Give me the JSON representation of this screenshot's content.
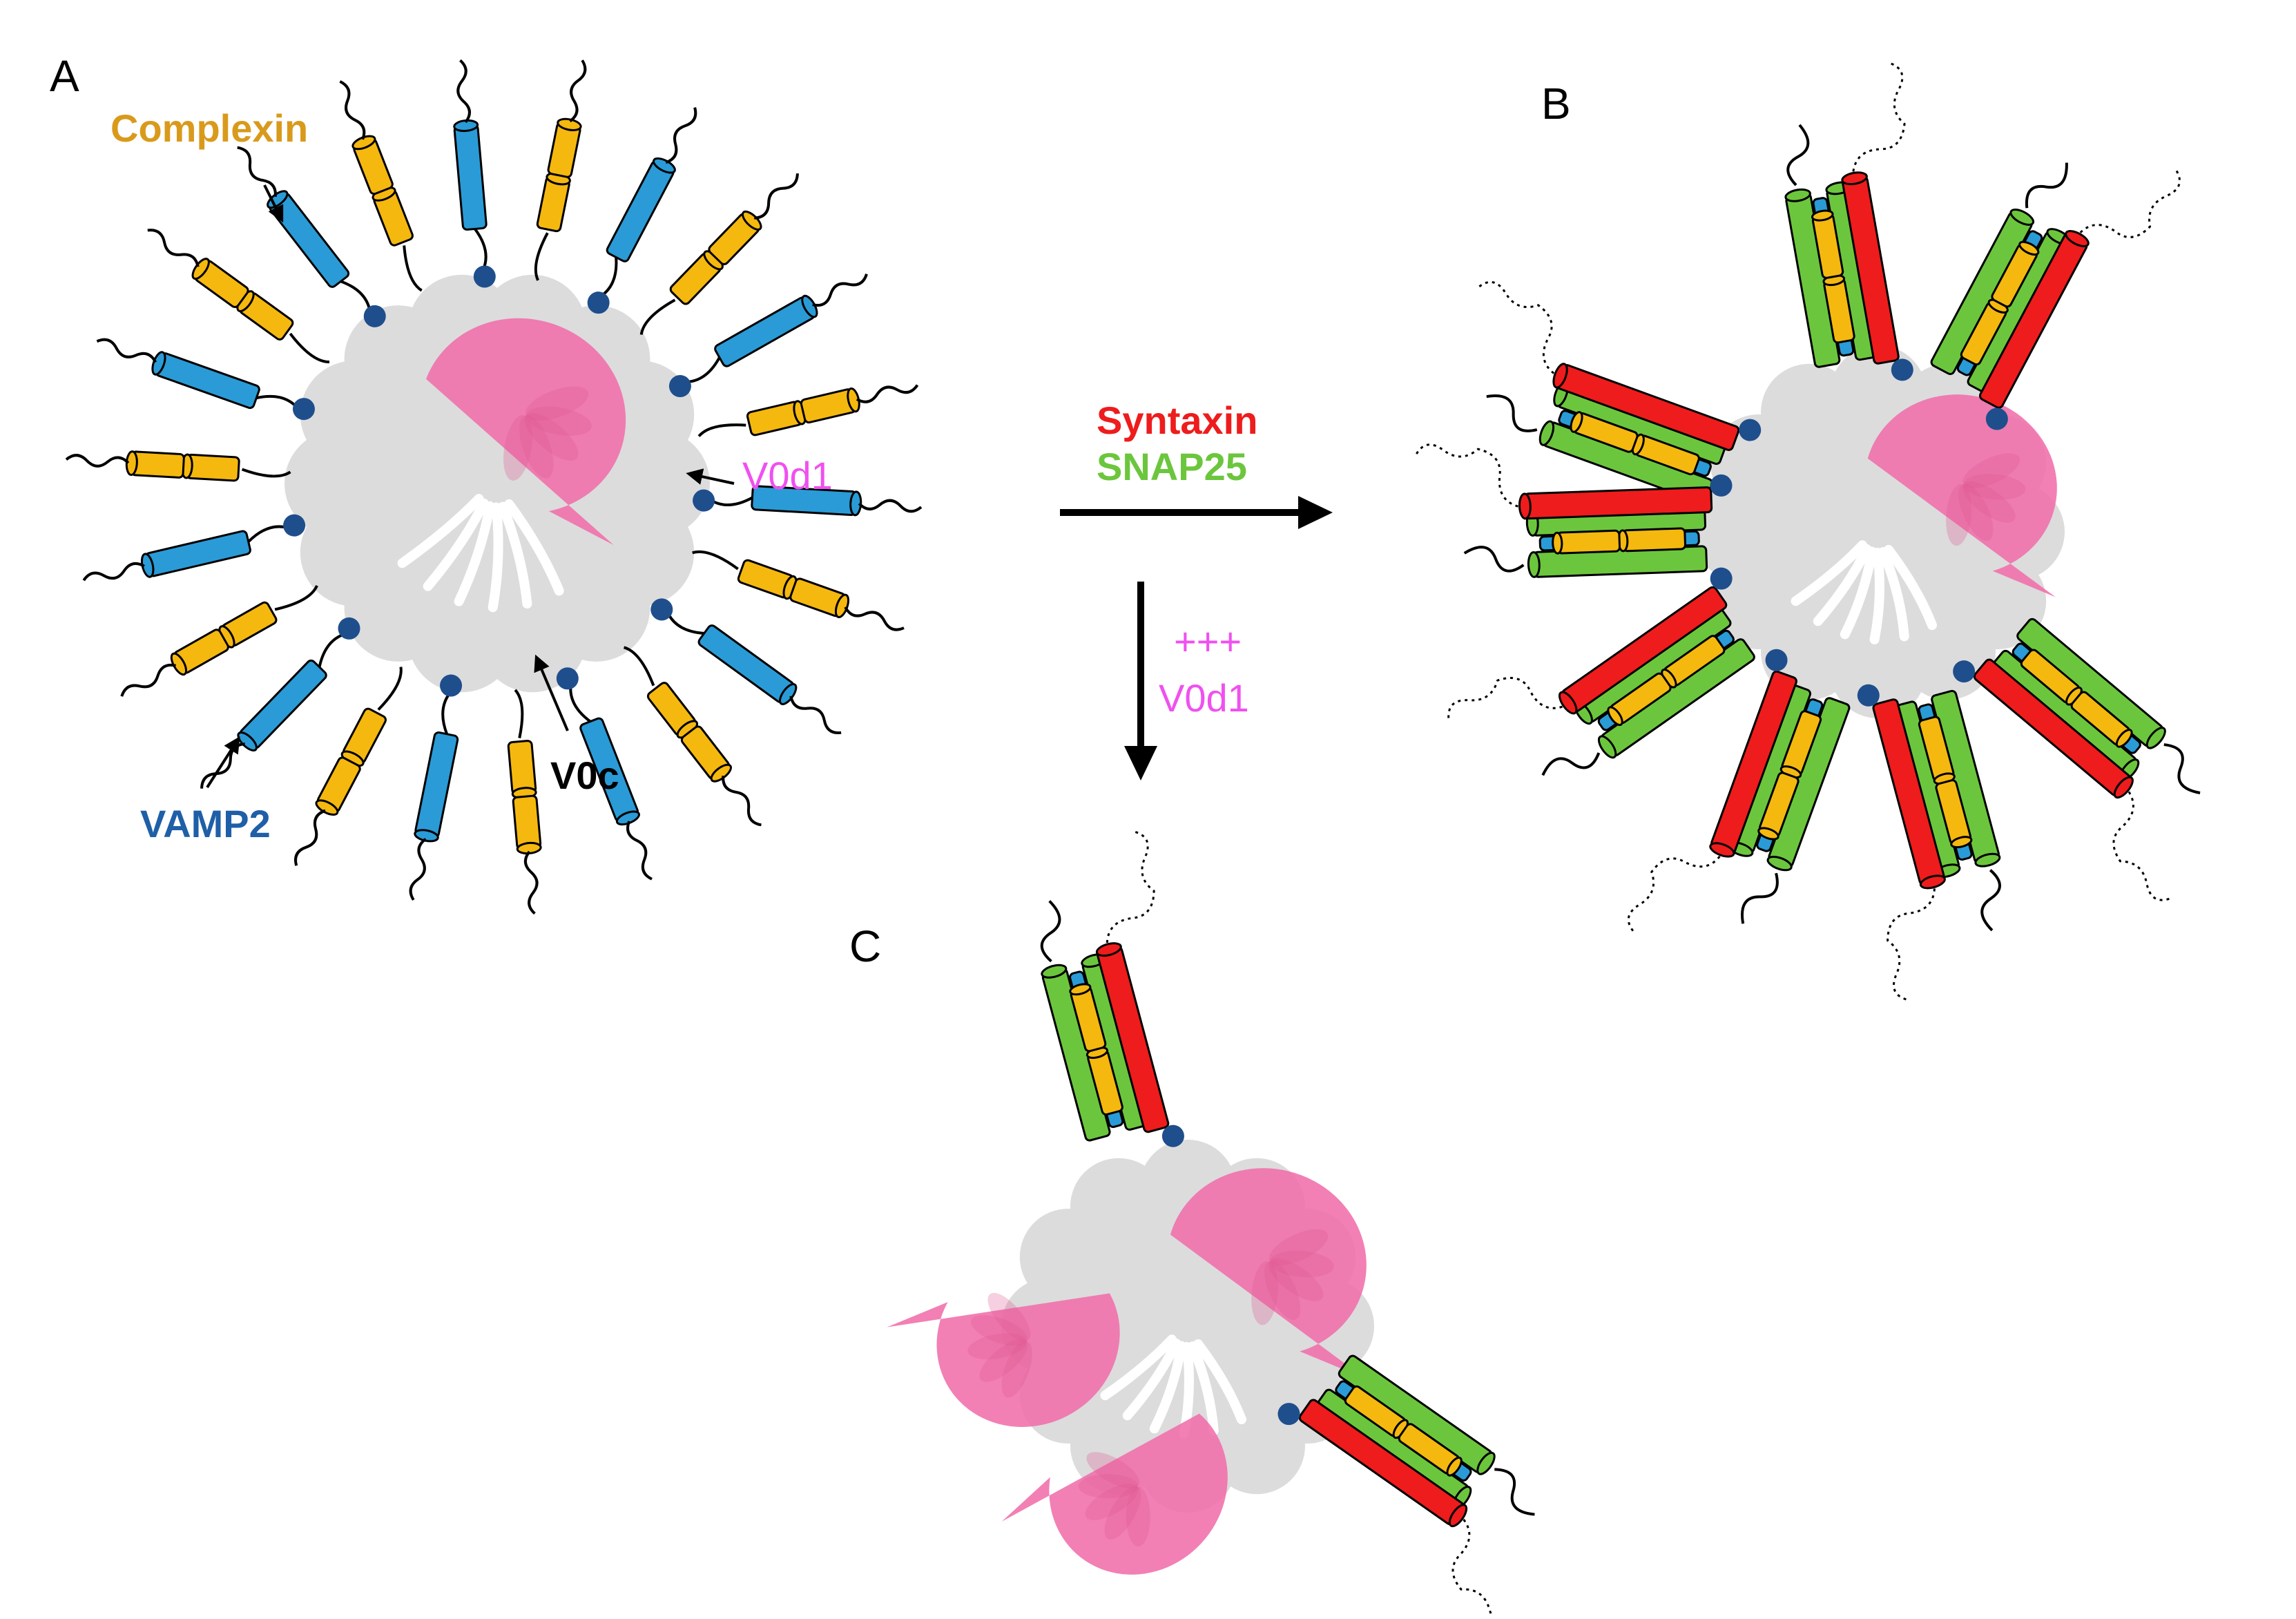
{
  "panels": {
    "a": "A",
    "b": "B",
    "c": "C"
  },
  "labels": {
    "complexin": "Complexin",
    "vamp2": "VAMP2",
    "v0c": "V0c",
    "v0d1_a": "V0d1",
    "syntaxin": "Syntaxin",
    "snap25": "SNAP25",
    "plus": "+++",
    "v0d1_arrow": "V0d1"
  },
  "colors": {
    "complexin": "#F5B80F",
    "vamp2": "#2A9BD6",
    "syntaxin": "#EE1C1C",
    "snap25": "#6CC63D",
    "v0d1": "#F06EAA",
    "v0c_ring": "#DCDCDC",
    "lipid_anchor": "#1F4E8C",
    "complexin_text": "#D99A1C",
    "vamp2_text": "#1F5FA8",
    "v0d1_text": "#F050F0",
    "syntaxin_text": "#EE1C1C",
    "snap25_text": "#6CC63D"
  }
}
